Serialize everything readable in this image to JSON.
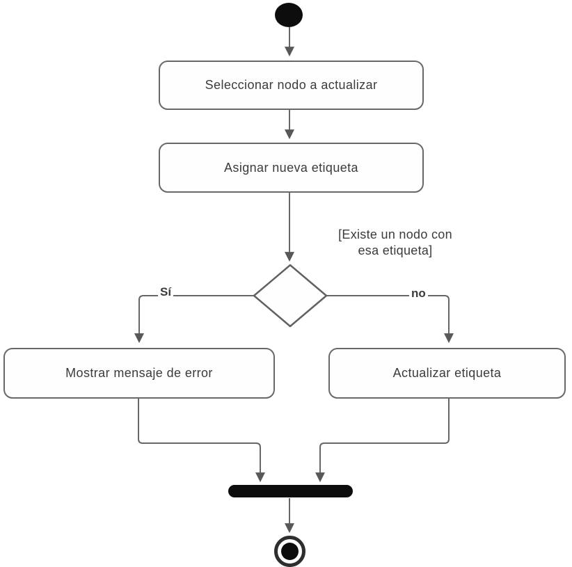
{
  "diagram": {
    "kind": "uml-activity-diagram",
    "colors": {
      "background": "#ffffff",
      "line": "#676767",
      "node_border": "#686868",
      "node_fill": "#fefefe",
      "text": "#3b3b3b",
      "start_end_fill": "#0d0d0d",
      "join_bar": "#0d0d0d"
    },
    "start": {
      "name": "inicio"
    },
    "activities": [
      {
        "label": "Seleccionar nodo a actualizar"
      },
      {
        "label": "Asignar nueva etiqueta"
      },
      {
        "label": "Mostrar mensaje de error"
      },
      {
        "label": "Actualizar etiqueta"
      }
    ],
    "decision": {
      "guard": "[Existe un nodo con\nesa etiqueta]",
      "branches": [
        {
          "label": "Sí"
        },
        {
          "label": "no"
        }
      ]
    },
    "end": {
      "name": "fin"
    }
  }
}
